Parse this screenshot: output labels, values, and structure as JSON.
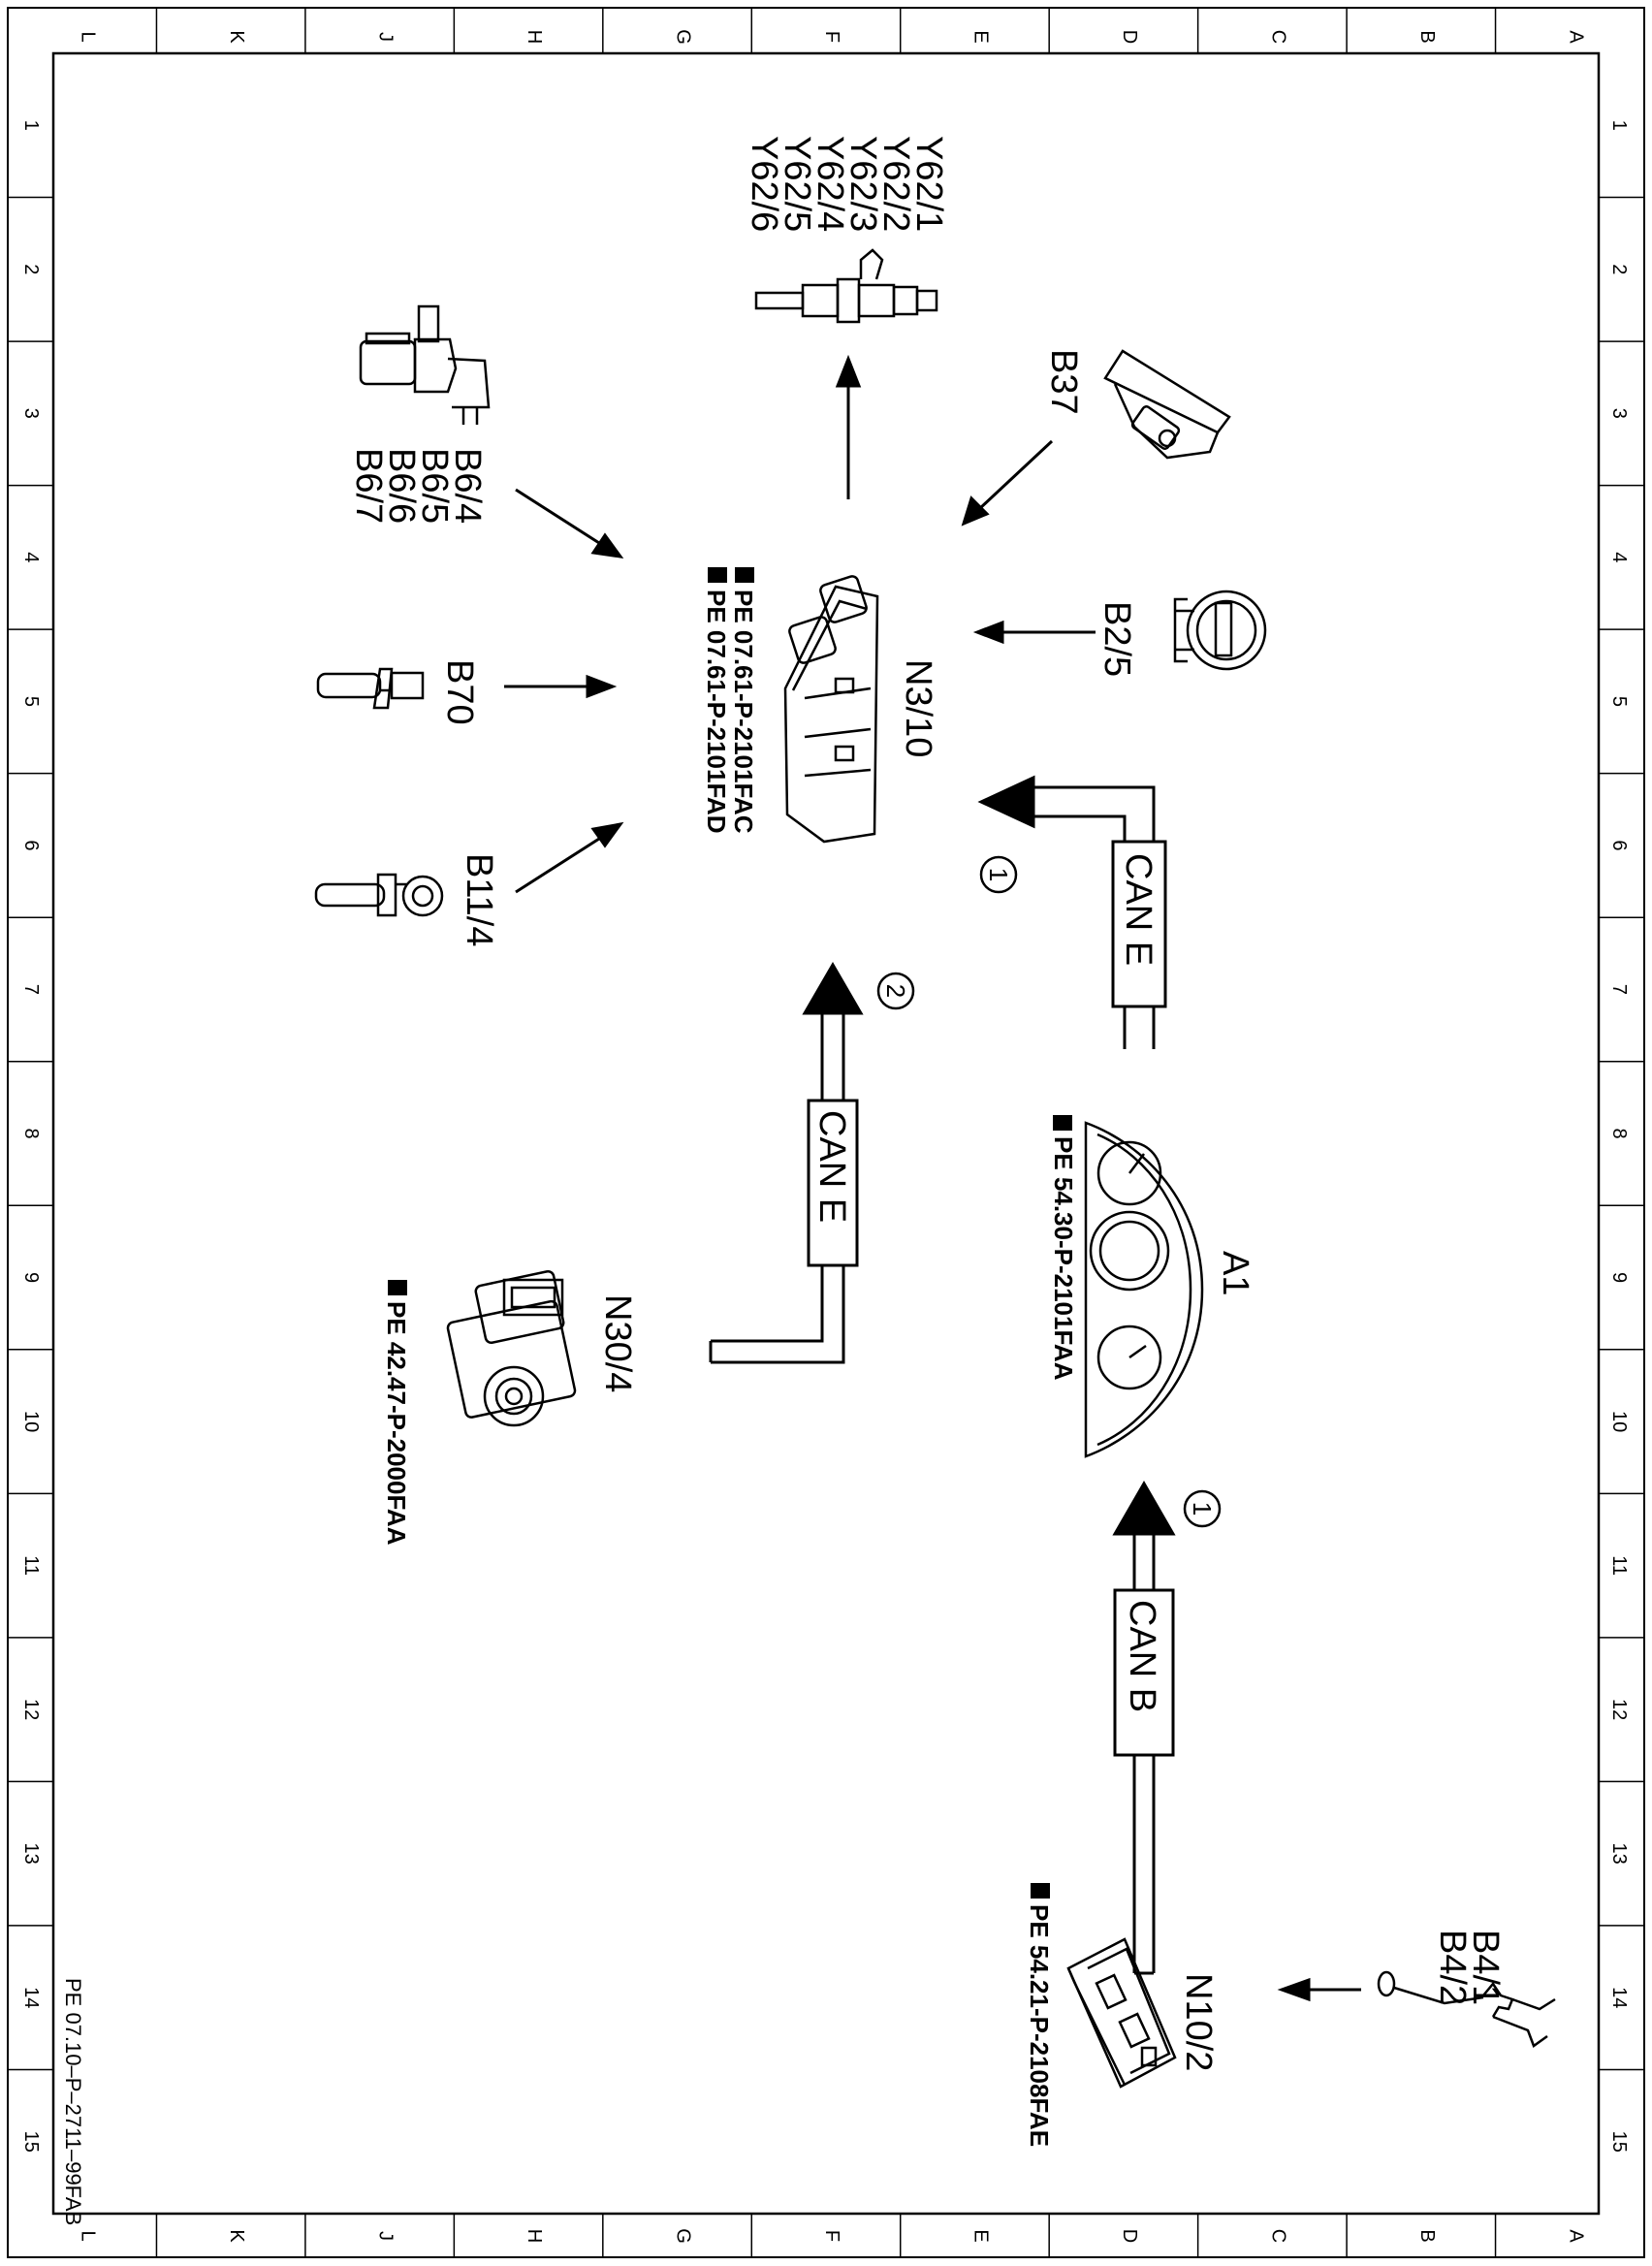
{
  "grid": {
    "cols": [
      "L",
      "K",
      "J",
      "H",
      "G",
      "F",
      "E",
      "D",
      "C",
      "B",
      "A"
    ],
    "rows": [
      "1",
      "2",
      "3",
      "4",
      "5",
      "6",
      "7",
      "8",
      "9",
      "10",
      "11",
      "12",
      "13",
      "14",
      "15"
    ]
  },
  "document_id": "PE 07.10–P–2711–99FAB",
  "components": {
    "y62": {
      "labels": [
        "Y62/1",
        "Y62/2",
        "Y62/3",
        "Y62/4",
        "Y62/5",
        "Y62/6"
      ]
    },
    "b6": {
      "labels": [
        "B6/4",
        "B6/5",
        "B6/6",
        "B6/7"
      ]
    },
    "b37": {
      "label": "B37"
    },
    "b25": {
      "label": "B2/5"
    },
    "b70": {
      "label": "B70"
    },
    "b114": {
      "label": "B11/4"
    },
    "n310": {
      "label": "N3/10",
      "refs": [
        "PE  07.61-P-2101FAC",
        "PE  07.61-P-2101FAD"
      ]
    },
    "a1": {
      "label": "A1",
      "ref": "PE  54.30-P-2101FAA"
    },
    "n304": {
      "label": "N30/4",
      "ref": "PE  42.47-P-2000FAA"
    },
    "n102": {
      "label": "N10/2",
      "ref": "PE  54.21-P-2108FAE"
    },
    "b4": {
      "labels": [
        "B4/1",
        "B4/2"
      ]
    }
  },
  "buses": {
    "can_e_top": {
      "label": "CAN E",
      "marker": "1"
    },
    "can_e_mid": {
      "label": "CAN E",
      "marker": "2"
    },
    "can_b": {
      "label": "CAN B",
      "marker": "1"
    }
  }
}
